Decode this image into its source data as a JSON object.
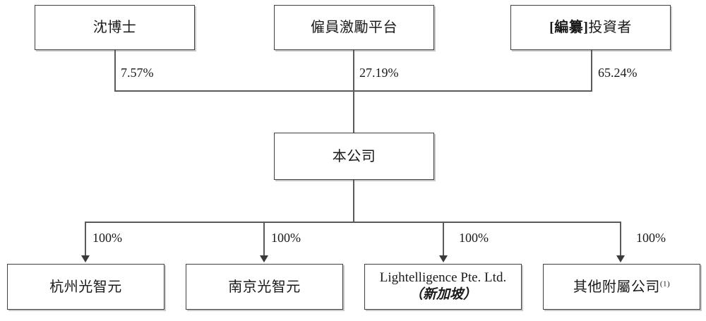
{
  "diagram": {
    "title": "Shareholding and corporate structure chart",
    "type": "org-chart",
    "shareholders": [
      {
        "id": "founder",
        "label": "沈博士",
        "percent": "7.57%"
      },
      {
        "id": "esop",
        "label": "僱員激勵平台",
        "percent": "27.19%"
      },
      {
        "id": "investors",
        "label_bold": "[編纂]",
        "label_rest": "投資者",
        "percent": "65.24%"
      }
    ],
    "company": {
      "id": "company",
      "label": "本公司"
    },
    "subsidiaries": [
      {
        "id": "hangzhou",
        "label": "杭州光智元",
        "sublabel": "",
        "percent": "100%"
      },
      {
        "id": "nanjing",
        "label": "南京光智元",
        "sublabel": "",
        "percent": "100%"
      },
      {
        "id": "lightelligence",
        "label": "Lightelligence Pte. Ltd.",
        "sublabel": "（新加坡）",
        "percent": "100%"
      },
      {
        "id": "other",
        "label": "其他附屬公司",
        "footnote": "(1)",
        "percent": "100%"
      }
    ],
    "colors": {
      "box_border": "#3f3f3f",
      "box_shadow": "#c9c9c9",
      "line": "#5a5a5a",
      "arrow": "#3a3a3a",
      "text": "#1a1a1a",
      "background": "#ffffff"
    }
  }
}
